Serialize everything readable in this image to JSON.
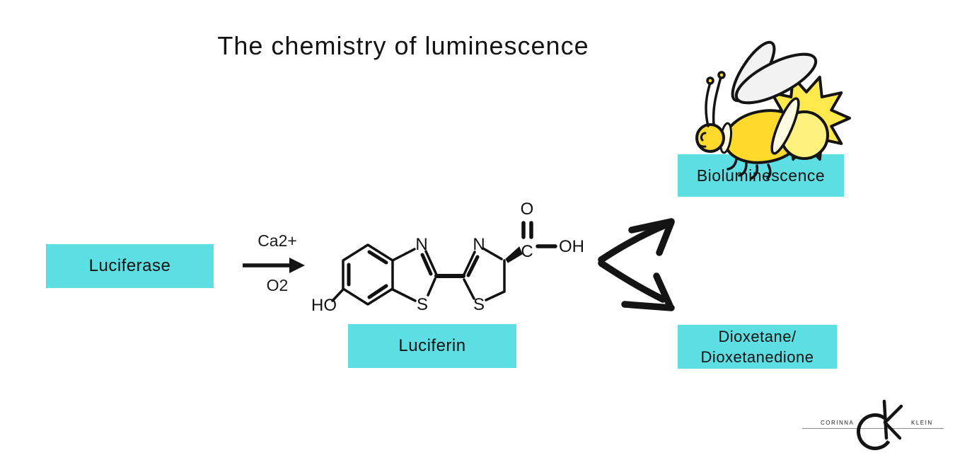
{
  "title": "The chemistry of luminescence",
  "boxes": {
    "luciferase": "Luciferase",
    "luciferin": "Luciferin",
    "bioluminescence": "Bioluminescence",
    "dioxetane_line1": "Dioxetane/",
    "dioxetane_line2": "Dioxetanedione"
  },
  "reaction": {
    "above_arrow": "Ca2+",
    "below_arrow": "O2"
  },
  "molecule": {
    "atoms": {
      "ho": "HO",
      "n1": "N",
      "s1": "S",
      "n2": "N",
      "s2": "S",
      "c": "C",
      "o": "O",
      "oh": "OH"
    }
  },
  "logo": {
    "first_name": "CORINNA",
    "last_name": "KLEIN"
  },
  "colors": {
    "accent_cyan": "#5CDEE2",
    "outline_black": "#141414",
    "firefly_body_yellow": "#FFD92B",
    "glow_yellow": "#FFE94D",
    "bulb_yellow": "#FFF17E",
    "stripe_cream": "#FFFBE3",
    "wing_gray": "#F2F2F3",
    "logo_line_gray": "#8A8A8A"
  }
}
